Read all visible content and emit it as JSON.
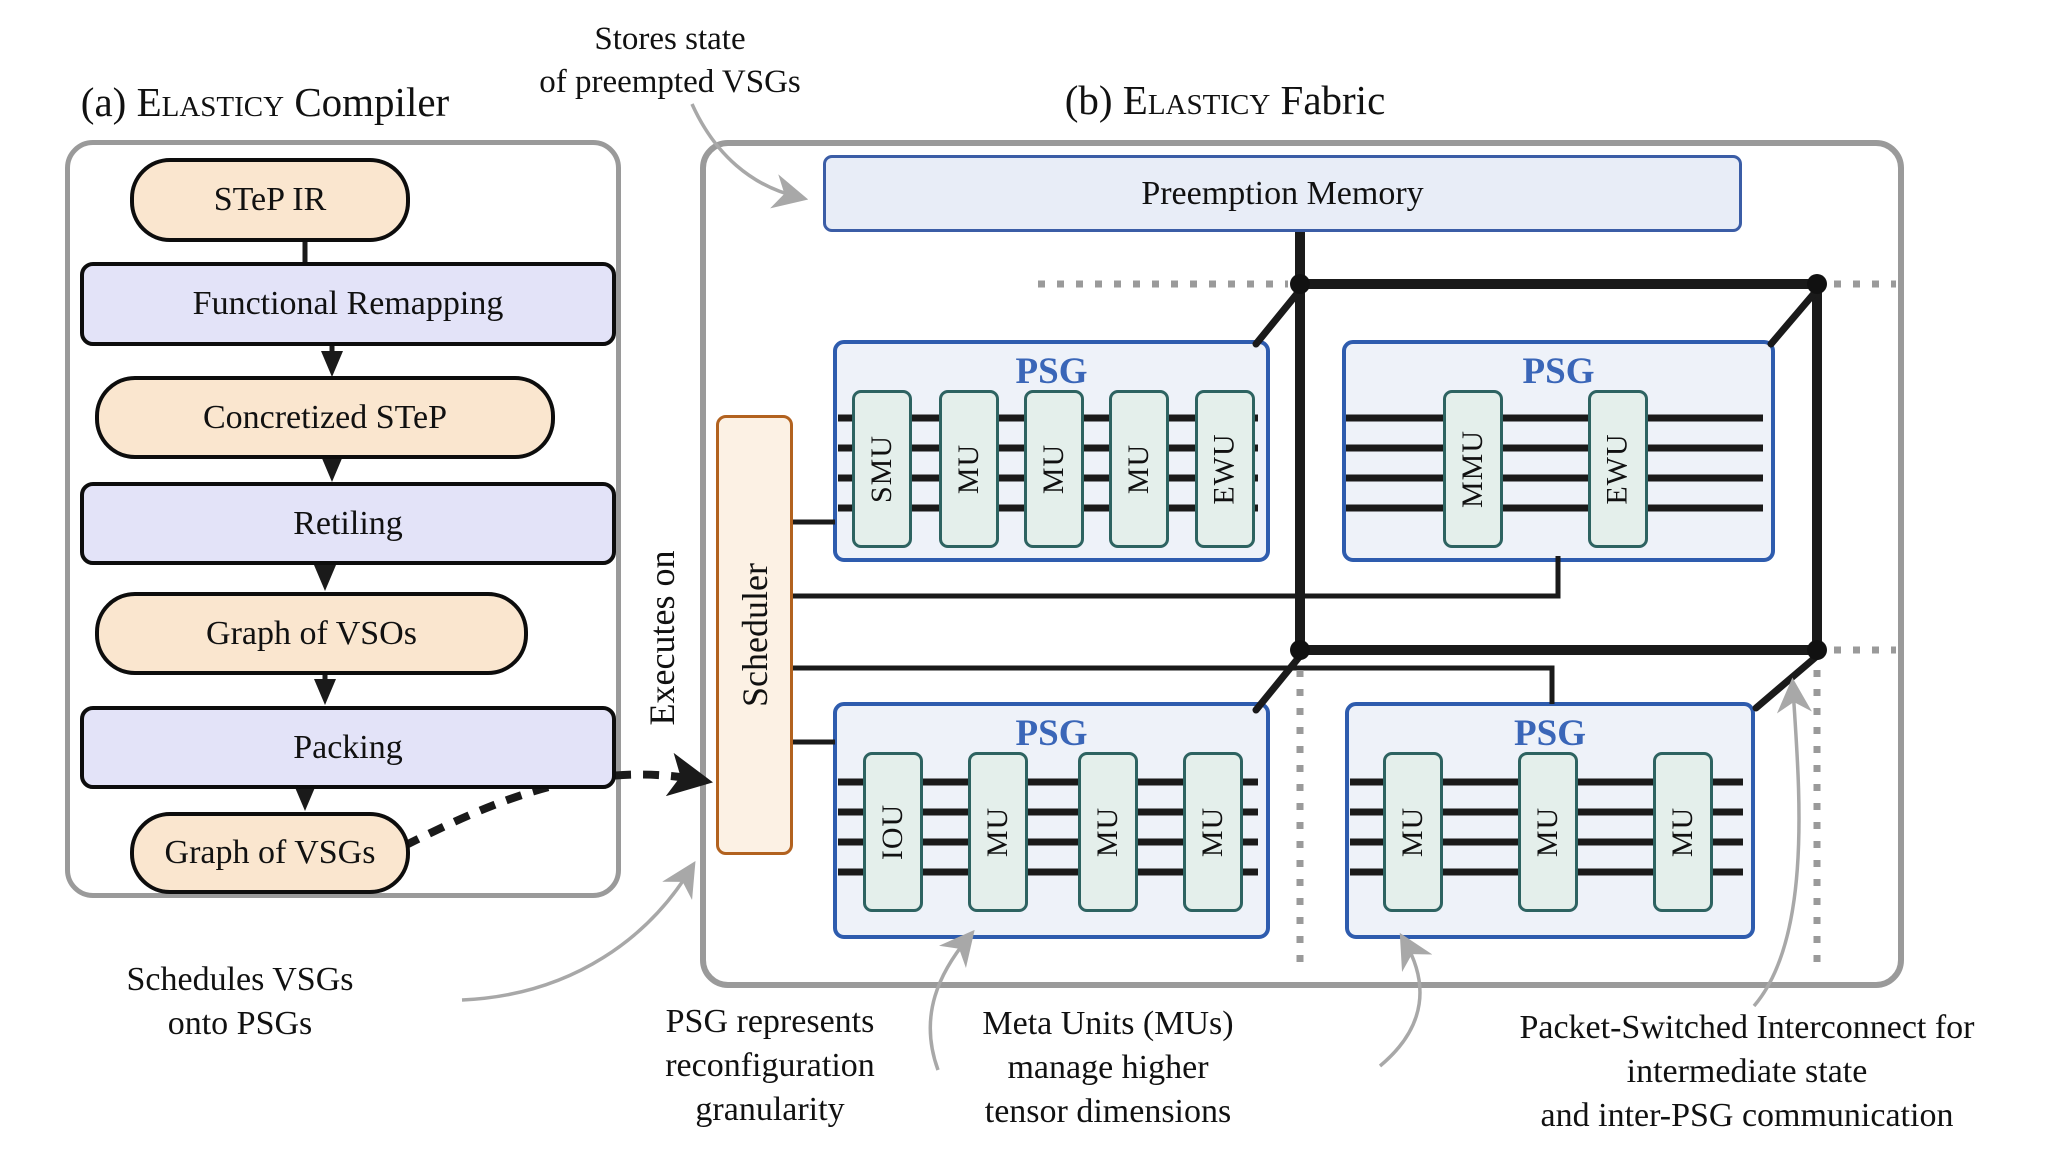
{
  "panel_a": {
    "title_prefix": "(a)",
    "title_brand": "Elasticy",
    "title_suffix": "Compiler",
    "flow": [
      {
        "label": "STeP IR",
        "type": "pill"
      },
      {
        "label": "Functional Remapping",
        "type": "rect"
      },
      {
        "label": "Concretized STeP",
        "type": "pill"
      },
      {
        "label": "Retiling",
        "type": "rect"
      },
      {
        "label": "Graph of VSOs",
        "type": "pill"
      },
      {
        "label": "Packing",
        "type": "rect"
      },
      {
        "label": "Graph of VSGs",
        "type": "pill"
      }
    ]
  },
  "panel_b": {
    "title_prefix": "(b)",
    "title_brand": "Elasticy",
    "title_suffix": "Fabric",
    "preemption_memory": "Preemption Memory",
    "scheduler": "Scheduler",
    "executes_on": "Executes on",
    "psgs": [
      {
        "name": "PSG",
        "units": [
          "SMU",
          "MU",
          "MU",
          "MU",
          "EWU"
        ]
      },
      {
        "name": "PSG",
        "units": [
          "MMU",
          "EWU"
        ]
      },
      {
        "name": "PSG",
        "units": [
          "IOU",
          "MU",
          "MU",
          "MU"
        ]
      },
      {
        "name": "PSG",
        "units": [
          "MU",
          "MU",
          "MU"
        ]
      }
    ]
  },
  "annotations": {
    "stores_state": [
      "Stores state",
      "of preempted VSGs"
    ],
    "schedules": [
      "Schedules VSGs",
      "onto PSGs"
    ],
    "psg_represents": [
      "PSG represents",
      "reconfiguration",
      "granularity"
    ],
    "meta_units": [
      "Meta Units (MUs)",
      "manage higher",
      "tensor dimensions"
    ],
    "packet_switched": [
      "Packet-Switched Interconnect for",
      "intermediate state",
      "and inter-PSG communication"
    ]
  },
  "colors": {
    "pill_fill": "#fae6cf",
    "stage_fill": "#e3e3f8",
    "psg_fill": "#eef2f9",
    "psg_border": "#2e5cae",
    "psg_label": "#3a66b8",
    "unit_fill": "#e4efeb",
    "unit_border": "#2d6361",
    "memory_fill": "#e8edf7",
    "memory_border": "#3b5da6",
    "scheduler_fill": "#fcf1e4",
    "scheduler_border": "#b2621f",
    "frame_border": "#9a9a9a",
    "line": "#1a1a1a",
    "annotation_arrow": "#a8a8a8"
  }
}
